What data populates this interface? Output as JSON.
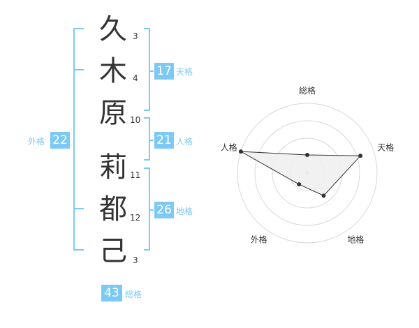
{
  "name_chars": [
    {
      "char": "久",
      "strokes": "3"
    },
    {
      "char": "木",
      "strokes": "4"
    },
    {
      "char": "原",
      "strokes": "10"
    },
    {
      "char": "莉",
      "strokes": "11"
    },
    {
      "char": "都",
      "strokes": "12"
    },
    {
      "char": "己",
      "strokes": "3"
    }
  ],
  "kakusu": {
    "tenkaku": {
      "value": "17",
      "label": "天格"
    },
    "jinkaku": {
      "value": "21",
      "label": "人格"
    },
    "chikaku": {
      "value": "26",
      "label": "地格"
    },
    "gaikaku": {
      "value": "22",
      "label": "外格"
    },
    "soukaku": {
      "value": "43",
      "label": "総格"
    }
  },
  "colors": {
    "accent": "#7cc9f5",
    "text": "#333333",
    "grid": "#d9d9d9",
    "fill": "#efefef"
  },
  "chart_data": {
    "type": "radar",
    "axes": [
      "総格",
      "天格",
      "地格",
      "外格",
      "人格"
    ],
    "values": [
      1.3,
      4.0,
      2.0,
      1.0,
      5.0
    ],
    "rmax": 5,
    "rings": 4
  }
}
